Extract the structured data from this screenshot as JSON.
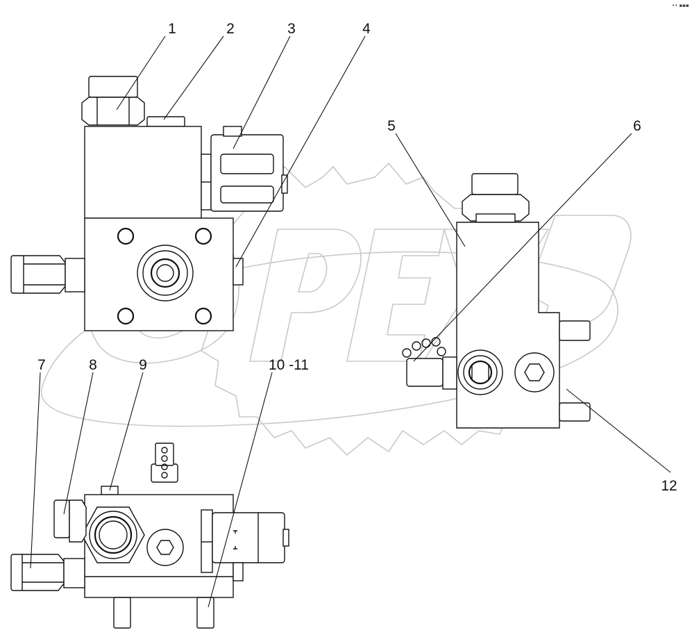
{
  "callouts": [
    {
      "id": "c1",
      "label": "1"
    },
    {
      "id": "c2",
      "label": "2"
    },
    {
      "id": "c3",
      "label": "3"
    },
    {
      "id": "c4",
      "label": "4"
    },
    {
      "id": "c5",
      "label": "5"
    },
    {
      "id": "c6",
      "label": "6"
    },
    {
      "id": "c7",
      "label": "7"
    },
    {
      "id": "c8",
      "label": "8"
    },
    {
      "id": "c9",
      "label": "9"
    },
    {
      "id": "c10",
      "label": "10 -11"
    },
    {
      "id": "c12",
      "label": "12"
    }
  ],
  "watermark": {
    "text": "OPEX"
  },
  "corner_mark": "•• ▪▪▪"
}
